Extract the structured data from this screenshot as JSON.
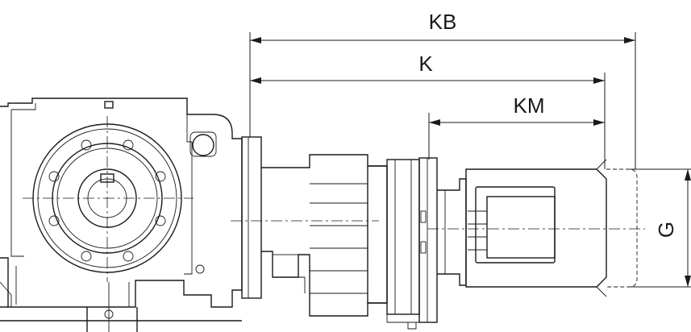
{
  "dimensions": {
    "kb": "KB",
    "k": "K",
    "km": "KM",
    "g": "G"
  },
  "colors": {
    "line": "#1a1a1a",
    "background": "#ffffff"
  }
}
